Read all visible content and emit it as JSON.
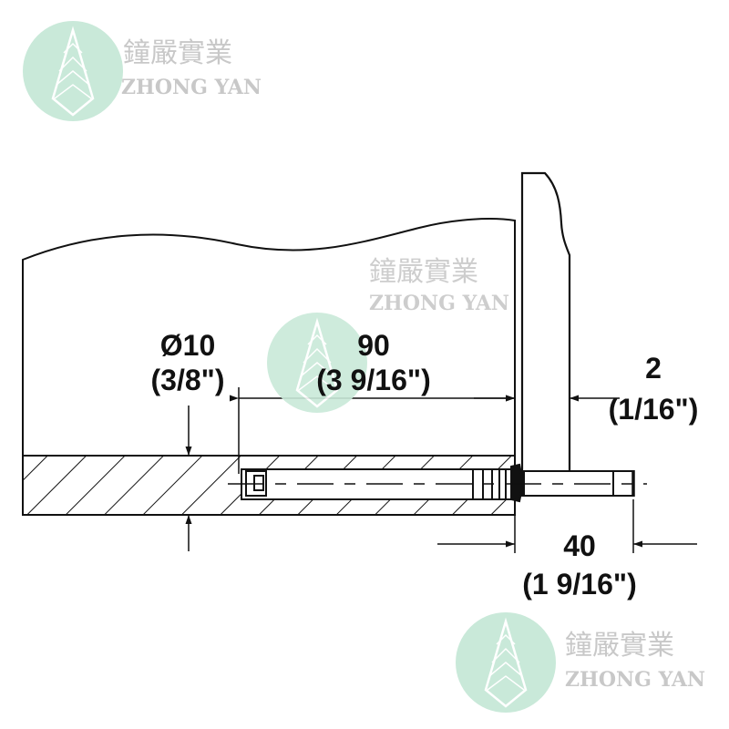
{
  "watermark": {
    "chinese": "鐘嚴實業",
    "latin": "ZHONG YAN",
    "circle_color": "#c9e9d9"
  },
  "dimensions": {
    "diameter": {
      "value": "Ø10",
      "imperial": "(3/8\")"
    },
    "depth": {
      "value": "90",
      "imperial": "(3 9/16\")"
    },
    "gap": {
      "value": "2",
      "imperial": "(1/16\")"
    },
    "projection": {
      "value": "40",
      "imperial": "(1 9/16\")"
    }
  }
}
